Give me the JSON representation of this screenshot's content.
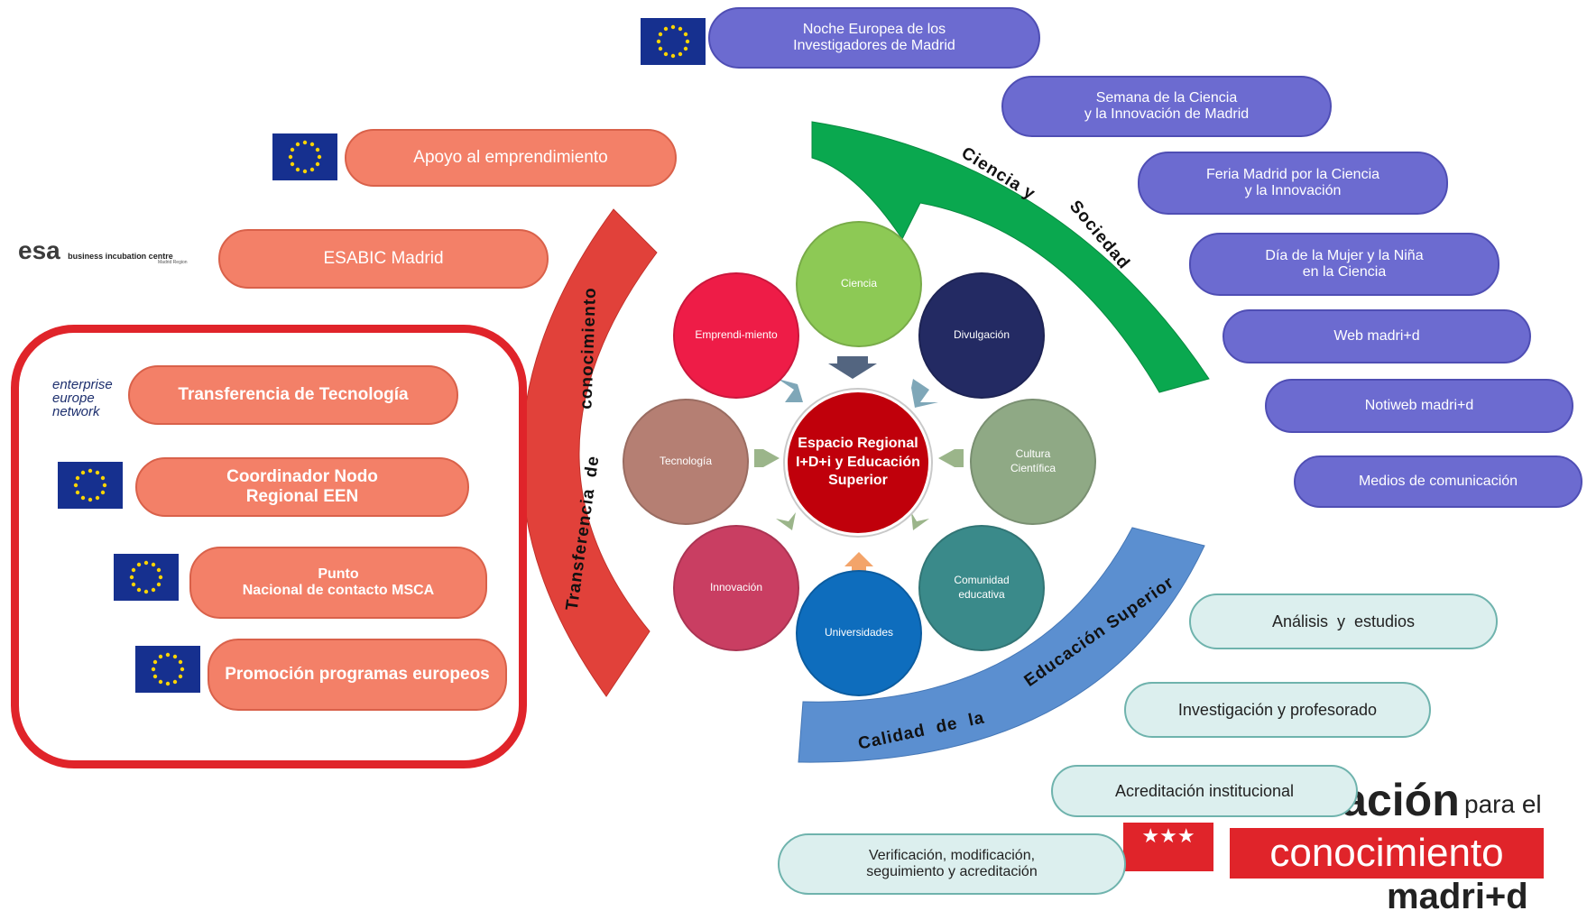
{
  "centro": {
    "titulo": "Espacio Regional\nI+D+i y Educación\nSuperior",
    "color": "#c0000b"
  },
  "circulos": [
    {
      "id": "ciencia",
      "label": "Ciencia",
      "color": "#8dc955"
    },
    {
      "id": "divulgacion",
      "label": "Divulgación",
      "color": "#232a63"
    },
    {
      "id": "cultura",
      "label": "Cultura\nCientífica",
      "color": "#8fa985"
    },
    {
      "id": "comunidad",
      "label": "Comunidad\neducativa",
      "color": "#3a8a8a"
    },
    {
      "id": "universidades",
      "label": "Universidades",
      "color": "#0e6dbd"
    },
    {
      "id": "innovacion",
      "label": "Innovación",
      "color": "#c93e62"
    },
    {
      "id": "tecnologia",
      "label": "Tecnología",
      "color": "#b57f73"
    },
    {
      "id": "emprendimiento",
      "label": "Emprendi-miento",
      "color": "#ee1c47"
    }
  ],
  "arcos": {
    "ciencia_sociedad": {
      "palabras": [
        "Ciencia y",
        "Sociedad"
      ],
      "color": "#0aa84f"
    },
    "transferencia": {
      "palabras": [
        "Transferencia  de",
        "conocimiento"
      ],
      "color": "#e1413a"
    },
    "calidad": {
      "palabras": [
        "Calidad  de  la",
        "Educación Superior"
      ],
      "color": "#5b8fd0"
    }
  },
  "izquierda": [
    {
      "label": "Apoyo al emprendimiento",
      "bold": false
    },
    {
      "label": "ESABIC Madrid",
      "bold": false
    },
    {
      "label": "Transferencia de Tecnología",
      "bold": true
    },
    {
      "label": "Coordinador Nodo\nRegional EEN",
      "bold": true
    },
    {
      "label": "Punto\nNacional de contacto MSCA",
      "bold": true
    },
    {
      "label": "Promoción programas europeos",
      "bold": true
    }
  ],
  "derecha_arriba": [
    "Noche Europea de los\nInvestigadores de Madrid",
    "Semana de la Ciencia\ny la Innovación de Madrid",
    "Feria Madrid por la Ciencia\ny la Innovación",
    "Día de la Mujer y la Niña\nen la Ciencia",
    "Web madri+d",
    "Notiweb madri+d",
    "Medios de comunicación"
  ],
  "derecha_abajo": [
    "Análisis  y  estudios",
    "Investigación y profesorado",
    "Acreditación institucional",
    "Verificación, modificación,\nseguimiento y acreditación"
  ],
  "logos": {
    "esa_marca": "esa",
    "esa_sub": "business incubation centre",
    "esa_sub2": "Madrid Region",
    "een": "enterprise\neurope\nnetwork",
    "fundacion_top": "Fundación",
    "fundacion_para": "para el",
    "fundacion_con": "conocimiento",
    "fundacion_madrid": "madri+d"
  },
  "iconos": {
    "bandera": "eu-flag-icon",
    "flecha": "arrow-icon"
  }
}
